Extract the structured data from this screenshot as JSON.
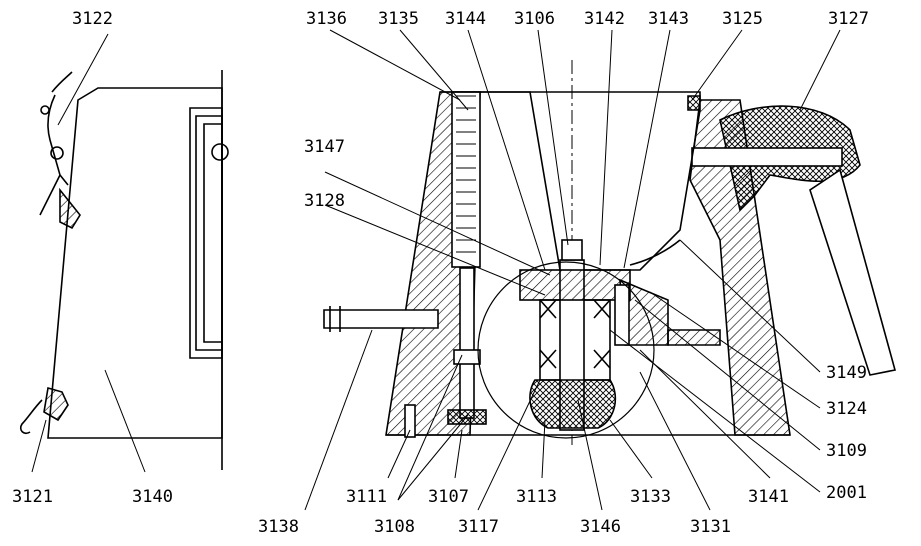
{
  "labels": {
    "l3122": "3122",
    "l3121": "3121",
    "l3140": "3140",
    "l3136": "3136",
    "l3135": "3135",
    "l3144": "3144",
    "l3106": "3106",
    "l3142": "3142",
    "l3143": "3143",
    "l3125": "3125",
    "l3127": "3127",
    "l3147": "3147",
    "l3128": "3128",
    "l3149": "3149",
    "l3124": "3124",
    "l3109": "3109",
    "l2001": "2001",
    "l3138": "3138",
    "l3111": "3111",
    "l3108": "3108",
    "l3107": "3107",
    "l3117": "3117",
    "l3113": "3113",
    "l3146": "3146",
    "l3133": "3133",
    "l3131": "3131",
    "l3141": "3141"
  },
  "colors": {
    "ink": "#000000",
    "paper": "#ffffff"
  }
}
